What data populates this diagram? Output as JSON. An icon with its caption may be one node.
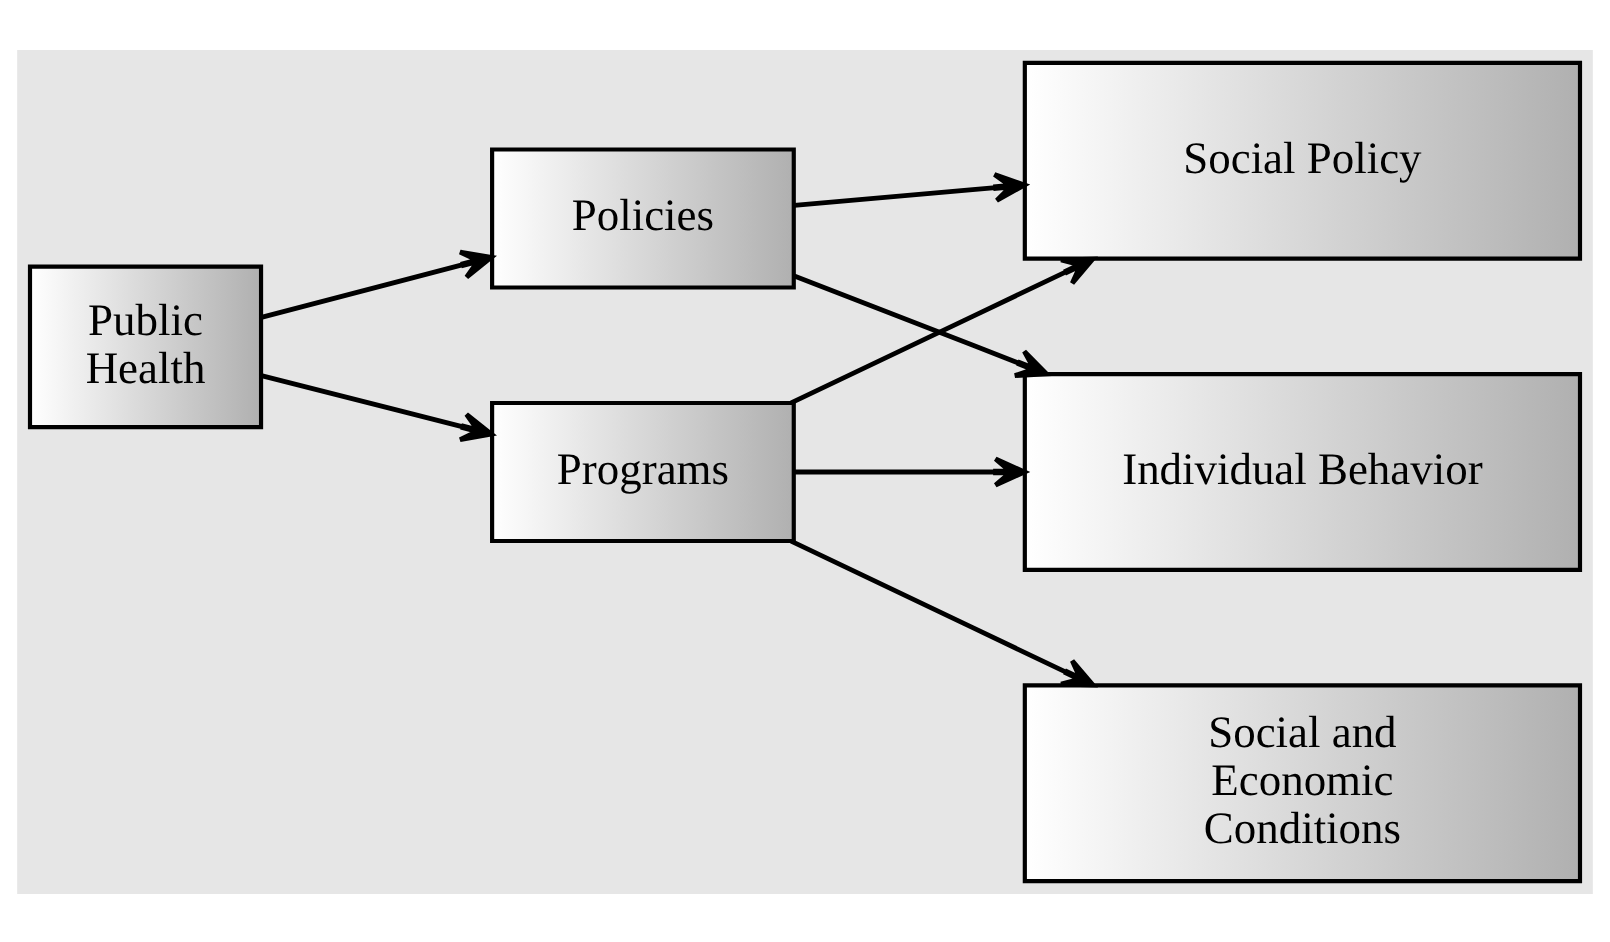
{
  "diagram": {
    "nodes": [
      {
        "text": [
          "Public Health"
        ]
      },
      {
        "text": [
          "Programs"
        ]
      },
      {
        "text": [
          "Policies"
        ]
      },
      {
        "text": [
          "Individual Behavior"
        ]
      },
      {
        "text": [
          "Social and Economic Conditions"
        ]
      },
      {
        "text": [
          "Social Policy"
        ]
      }
    ],
    "edges": [
      {
        "from": 0,
        "to": 1,
        "arrow": "to"
      },
      {
        "from": 0,
        "to": 2,
        "arrow": "to"
      },
      {
        "from": 1,
        "to": 3,
        "arrow": "to"
      },
      {
        "from": 1,
        "to": 4,
        "arrow": "to"
      },
      {
        "from": 1,
        "to": 5,
        "arrow": "to"
      },
      {
        "from": 2,
        "to": 3,
        "arrow": "to"
      },
      {
        "from": 2,
        "to": 5,
        "arrow": "to"
      }
    ]
  }
}
